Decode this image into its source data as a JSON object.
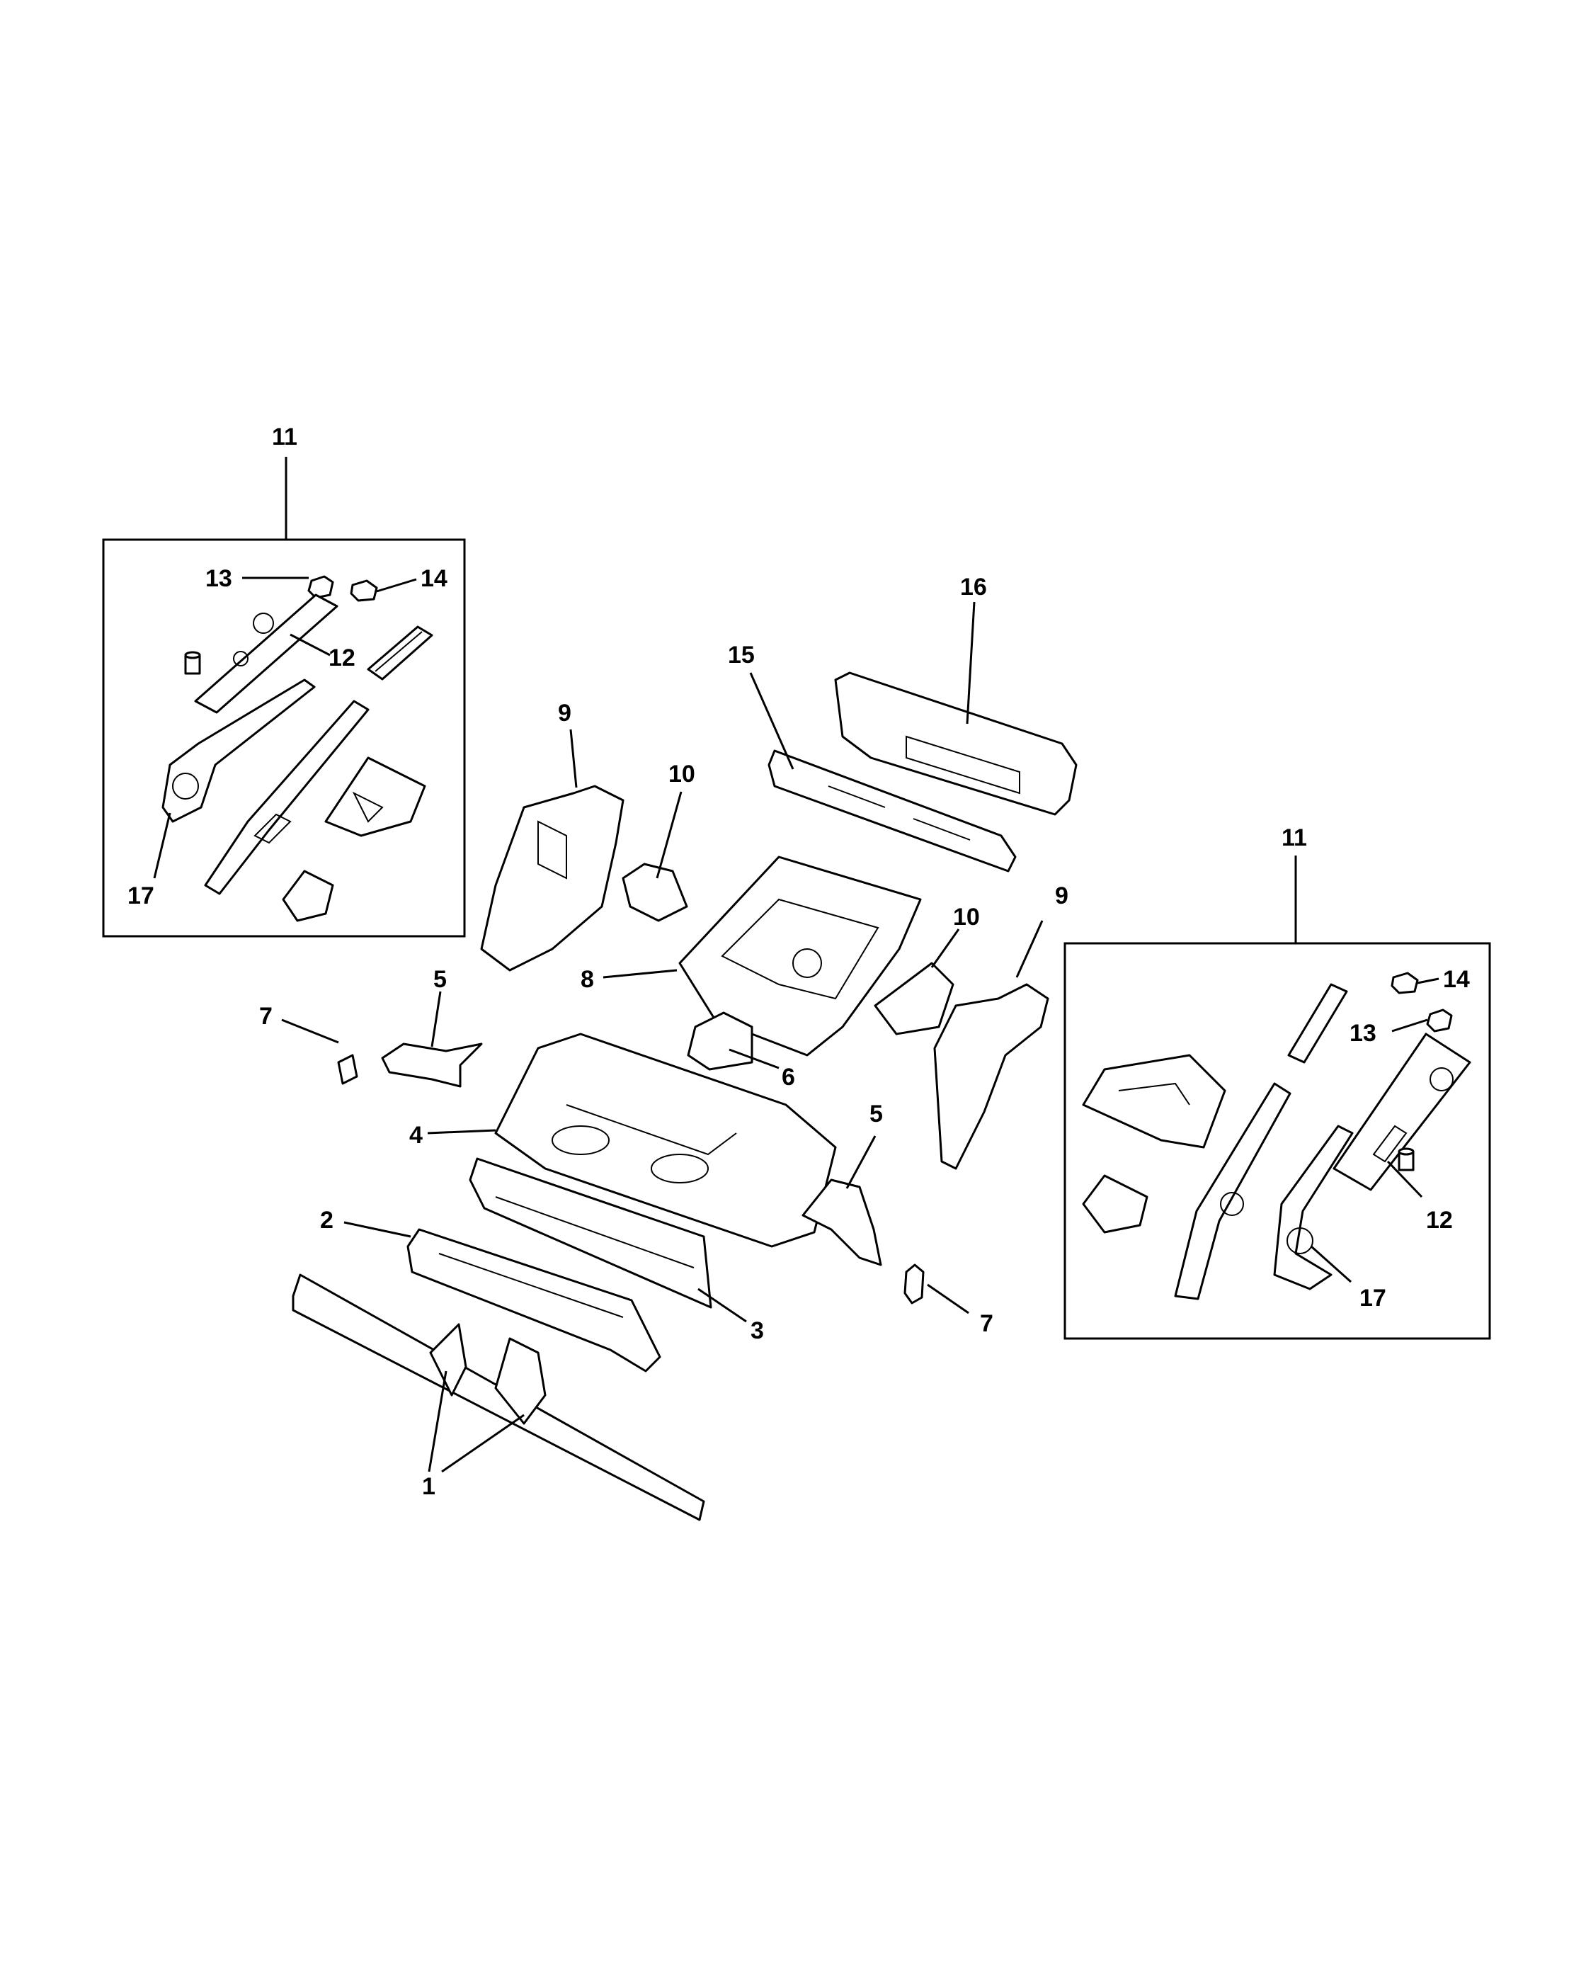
{
  "diagram": {
    "callouts": {
      "c1": "1",
      "c2": "2",
      "c3": "3",
      "c4": "4",
      "c5a": "5",
      "c5b": "5",
      "c6": "6",
      "c7a": "7",
      "c7b": "7",
      "c8": "8",
      "c9a": "9",
      "c9b": "9",
      "c10a": "10",
      "c10b": "10",
      "c11a": "11",
      "c11b": "11",
      "c12a": "12",
      "c12b": "12",
      "c13a": "13",
      "c13b": "13",
      "c14a": "14",
      "c14b": "14",
      "c15": "15",
      "c16": "16",
      "c17a": "17",
      "c17b": "17"
    }
  }
}
